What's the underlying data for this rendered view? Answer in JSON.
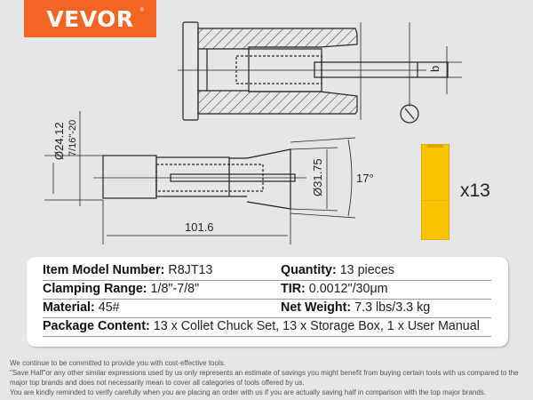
{
  "brand": {
    "name": "VEVOR",
    "mark": "®",
    "color": "#f26522"
  },
  "drawing": {
    "dims": {
      "outer_diameter": "Ø24.12",
      "thread": "7/16\"-20",
      "head_diameter": "Ø31.75",
      "angle": "17°",
      "length": "101.6",
      "bore": "b"
    }
  },
  "storage_box": {
    "count_label": "x13",
    "color": "#f9c300"
  },
  "specs": {
    "rows": [
      [
        {
          "label": "Item Model Number:",
          "value": " R8JT13"
        },
        {
          "label": "Quantity:",
          "value": " 13 pieces"
        }
      ],
      [
        {
          "label": "Clamping Range:",
          "value": " 1/8\"-7/8\""
        },
        {
          "label": "TIR:",
          "value": " 0.0012\"/30μm"
        }
      ],
      [
        {
          "label": "Material:",
          "value": " 45#"
        },
        {
          "label": "Net Weight:",
          "value": " 7.3 lbs/3.3 kg"
        }
      ],
      [
        {
          "label": "Package Content:",
          "value": " 13 x Collet Chuck Set, 13 x Storage Box, 1 x User Manual"
        }
      ]
    ]
  },
  "disclaimer": [
    "We continue to be committed to provide you with cost-effective tools.",
    "\"Save Half\"or any other similar expressions used by us only represents an estimate of savings you might benefit from buying certain tools with us compared to the major top brands and does not necessarily mean to cover all categories of tools offered by us.",
    "You are kindly reminded to verify carefully when you are placing an order with us if you are actually saving half in comparison with the top major brands."
  ]
}
